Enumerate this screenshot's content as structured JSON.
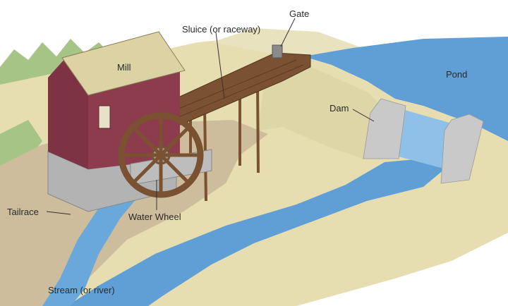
{
  "labels": {
    "gate": "Gate",
    "sluice": "Sluice (or raceway)",
    "mill": "Mill",
    "pond": "Pond",
    "dam": "Dam",
    "water_wheel": "Water Wheel",
    "tailrace": "Tailrace",
    "stream": "Stream (or river)"
  },
  "colors": {
    "ground": "#e6ddb0",
    "dirt": "#cdbd9c",
    "water": "#5f9fd6",
    "mill_wall": "#8c3c4c",
    "roof": "#dcd2a4",
    "wood": "#7a5232",
    "stone": "#b9b9b9",
    "grass": "#9fbf7c"
  }
}
